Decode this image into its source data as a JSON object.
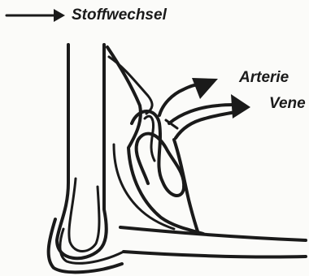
{
  "labels": {
    "stoffwechsel": "Stoffwechsel",
    "arterie": "Arterie",
    "vene": "Vene"
  },
  "colors": {
    "ink": "#1a1a1a",
    "paper": "#fbfbf9"
  }
}
